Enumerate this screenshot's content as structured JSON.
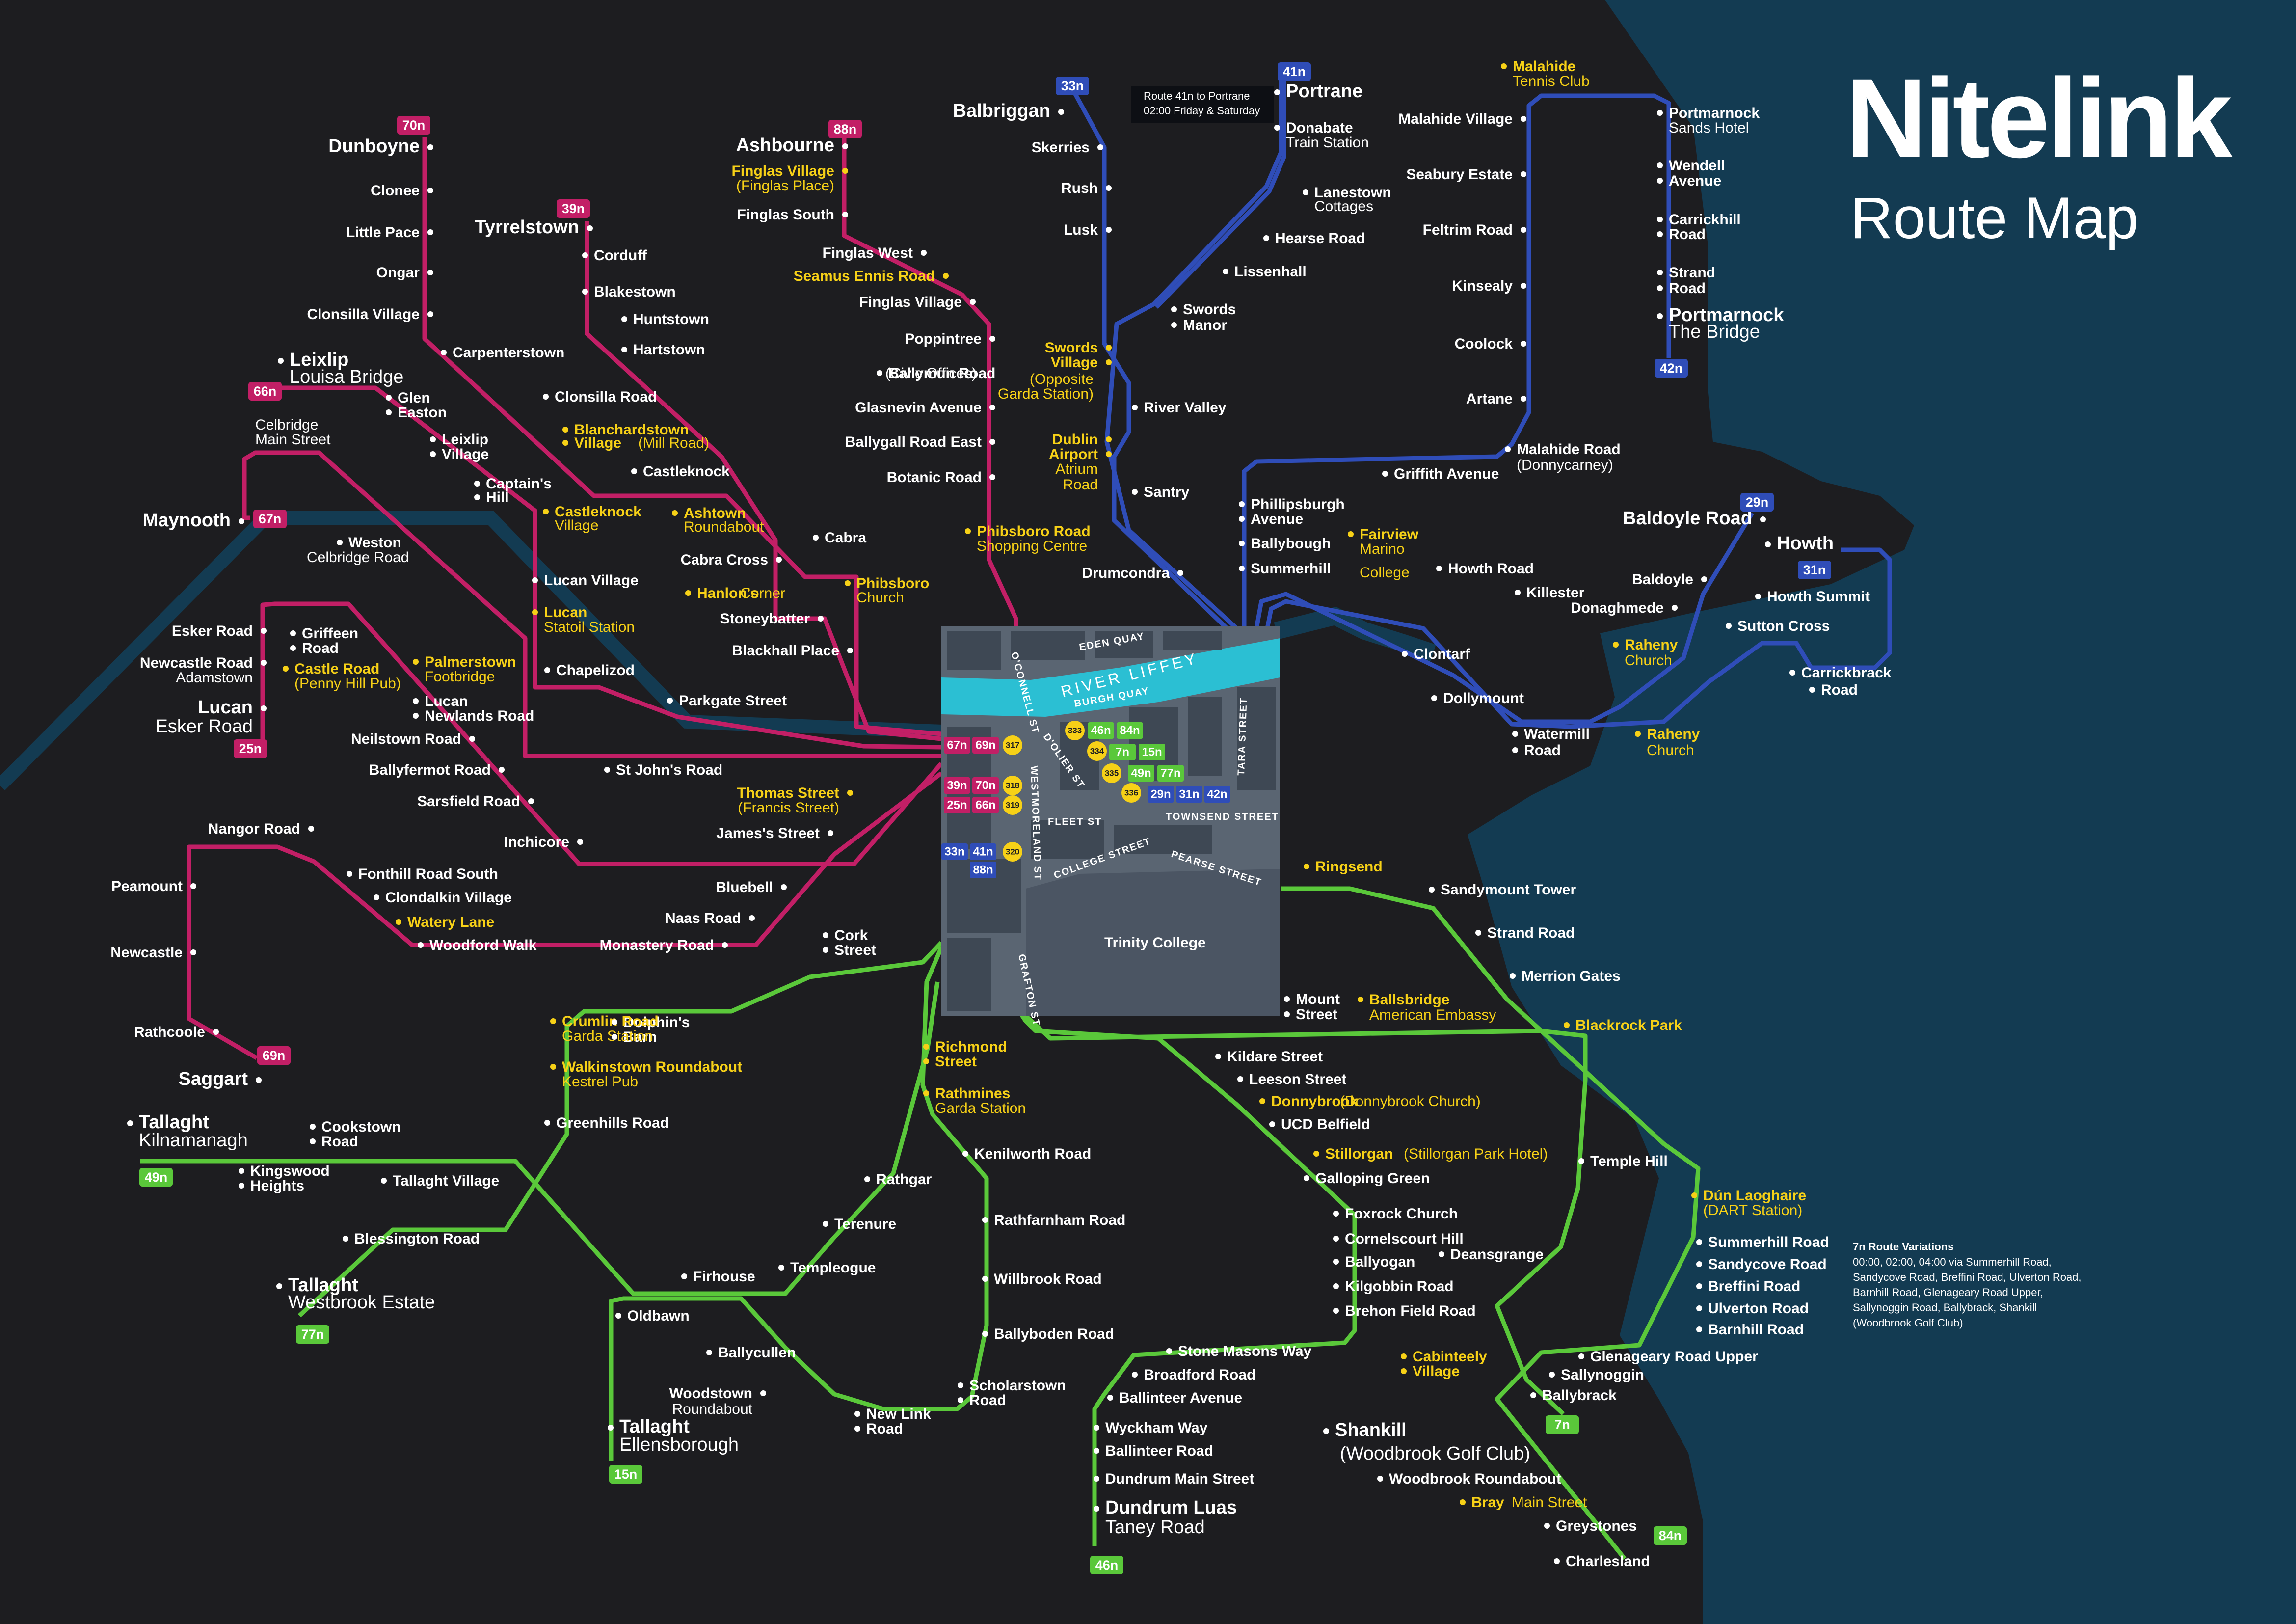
{
  "title": {
    "main": "Nitelink",
    "sub": "Route Map"
  },
  "colors": {
    "background": "#1d1d20",
    "sea": "#133b52",
    "magenta": "#c21f66",
    "blue": "#2f4db8",
    "green": "#5ac83a",
    "yellow": "#f7d117",
    "river": "#2bbfd3",
    "inset_bg": "#5a6572"
  },
  "note_41n": {
    "line1": "Route 41n to Portrane",
    "line2": "02:00 Friday & Saturday"
  },
  "variations": {
    "heading": "7n Route Variations",
    "lines": [
      "00:00, 02:00, 04:00 via Summerhill Road,",
      "Sandycove Road, Breffini Road, Ulverton Road,",
      "Barnhill Road, Glenageary Road Upper,",
      "Sallynoggin Road, Ballybrack, Shankill",
      "(Woodbrook Golf Club)"
    ]
  },
  "badges": {
    "b70n": "70n",
    "b88n": "88n",
    "b39n": "39n",
    "b66n": "66n",
    "b67n": "67n",
    "b25n": "25n",
    "b69n": "69n",
    "b33n": "33n",
    "b41n": "41n",
    "b42n": "42n",
    "b29n": "29n",
    "b31n": "31n",
    "b49n": "49n",
    "b77n": "77n",
    "b15n": "15n",
    "b46n": "46n",
    "b7n": "7n",
    "b84n": "84n"
  },
  "inset": {
    "river": "RIVER LIFFEY",
    "streets": [
      "EDEN QUAY",
      "BURGH QUAY",
      "O'CONNELL ST",
      "D'OLIER ST",
      "WESTMORELAND ST",
      "TARA STREET",
      "FLEET ST",
      "TOWNSEND STREET",
      "COLLEGE STREET",
      "PEARSE STREET",
      "GRAFTON ST"
    ],
    "trinity": "Trinity College",
    "stops": [
      "317",
      "318",
      "319",
      "320",
      "333",
      "334",
      "335",
      "336"
    ],
    "routes": [
      "67n",
      "69n",
      "39n",
      "70n",
      "25n",
      "66n",
      "33n",
      "41n",
      "88n",
      "46n",
      "84n",
      "7n",
      "15n",
      "49n",
      "77n",
      "29n",
      "31n",
      "42n"
    ]
  },
  "stations": [
    {
      "t": "Dunboyne",
      "c": "st-w big"
    },
    {
      "t": "Clonee",
      "c": "st-w"
    },
    {
      "t": "Little Pace",
      "c": "st-w"
    },
    {
      "t": "Ongar",
      "c": "st-w"
    },
    {
      "t": "Clonsilla Village",
      "c": "st-w"
    },
    {
      "t": "Carpenterstown",
      "c": "st-w"
    },
    {
      "t": "Tyrrelstown",
      "c": "big-w"
    },
    {
      "t": "Corduff",
      "c": "st-w"
    },
    {
      "t": "Blakestown",
      "c": "st-w"
    },
    {
      "t": "Huntstown",
      "c": "st-w"
    },
    {
      "t": "Hartstown",
      "c": "st-w"
    },
    {
      "t": "Clonsilla Road",
      "c": "st-w"
    },
    {
      "t": "Blanchardstown",
      "c": "st-y"
    },
    {
      "t": "Village",
      "c": "st-y"
    },
    {
      "t": "(Mill Road)",
      "c": "sub-y"
    },
    {
      "t": "Castleknock",
      "c": "st-w"
    },
    {
      "t": "Ashbourne",
      "c": "big-w"
    },
    {
      "t": "Finglas Village",
      "c": "st-y"
    },
    {
      "t": "(Finglas Place)",
      "c": "sub-y"
    },
    {
      "t": "Finglas South",
      "c": "st-w"
    },
    {
      "t": "Finglas West",
      "c": "st-w"
    },
    {
      "t": "Seamus Ennis Road",
      "c": "st-y"
    },
    {
      "t": "Finglas Village",
      "c": "st-w"
    },
    {
      "t": "Poppintree",
      "c": "st-w"
    },
    {
      "t": "Ballymun Road",
      "c": "st-w"
    },
    {
      "t": "(Civic Offices)",
      "c": "sub-w"
    },
    {
      "t": "Glasnevin Avenue",
      "c": "st-w"
    },
    {
      "t": "Ballygall Road East",
      "c": "st-w"
    },
    {
      "t": "Botanic Road",
      "c": "st-w"
    },
    {
      "t": "Leixlip",
      "c": "big-w"
    },
    {
      "t": "Louisa Bridge",
      "c": "big-sub"
    },
    {
      "t": "Glen",
      "c": "st-w"
    },
    {
      "t": "Easton",
      "c": "st-w"
    },
    {
      "t": "Leixlip",
      "c": "st-w"
    },
    {
      "t": "Village",
      "c": "st-w"
    },
    {
      "t": "Captain's",
      "c": "st-w"
    },
    {
      "t": "Hill",
      "c": "st-w"
    },
    {
      "t": "Celbridge",
      "c": "sub-w"
    },
    {
      "t": "Main Street",
      "c": "sub-w"
    },
    {
      "t": "Maynooth",
      "c": "big-w"
    },
    {
      "t": "Weston",
      "c": "st-w"
    },
    {
      "t": "Celbridge Road",
      "c": "sub-w"
    },
    {
      "t": "Castleknock",
      "c": "st-y"
    },
    {
      "t": "Village",
      "c": "sub-y"
    },
    {
      "t": "Ashtown",
      "c": "st-y"
    },
    {
      "t": "Roundabout",
      "c": "sub-y"
    },
    {
      "t": "Cabra Cross",
      "c": "st-w"
    },
    {
      "t": "Cabra",
      "c": "st-w"
    },
    {
      "t": "Hanlon's",
      "c": "st-y"
    },
    {
      "t": "Corner",
      "c": "sub-y"
    },
    {
      "t": "Stoneybatter",
      "c": "st-w"
    },
    {
      "t": "Phibsboro",
      "c": "st-y"
    },
    {
      "t": "Church",
      "c": "sub-y"
    },
    {
      "t": "Blackhall Place",
      "c": "st-w"
    },
    {
      "t": "Phibsboro Road",
      "c": "st-y"
    },
    {
      "t": "Shopping Centre",
      "c": "sub-y"
    },
    {
      "t": "Lucan Village",
      "c": "st-w"
    },
    {
      "t": "Lucan",
      "c": "st-y"
    },
    {
      "t": "Statoil Station",
      "c": "sub-y"
    },
    {
      "t": "Chapelizod",
      "c": "st-w"
    },
    {
      "t": "Parkgate Street",
      "c": "st-w"
    },
    {
      "t": "St John's Road",
      "c": "st-w"
    },
    {
      "t": "Esker Road",
      "c": "st-w"
    },
    {
      "t": "Newcastle Road",
      "c": "st-w"
    },
    {
      "t": "Adamstown",
      "c": "sub-w"
    },
    {
      "t": "Lucan",
      "c": "big-w"
    },
    {
      "t": "Esker Road",
      "c": "big-sub"
    },
    {
      "t": "Griffeen",
      "c": "st-w"
    },
    {
      "t": "Road",
      "c": "st-w"
    },
    {
      "t": "Castle Road",
      "c": "st-y"
    },
    {
      "t": "(Penny Hill Pub)",
      "c": "sub-y"
    },
    {
      "t": "Palmerstown",
      "c": "st-y"
    },
    {
      "t": "Footbridge",
      "c": "sub-y"
    },
    {
      "t": "Lucan",
      "c": "st-w"
    },
    {
      "t": "Newlands Road",
      "c": "st-w"
    },
    {
      "t": "Neilstown Road",
      "c": "st-w"
    },
    {
      "t": "Ballyfermot Road",
      "c": "st-w"
    },
    {
      "t": "Sarsfield Road",
      "c": "st-w"
    },
    {
      "t": "Inchicore",
      "c": "st-w"
    },
    {
      "t": "Thomas Street",
      "c": "st-y"
    },
    {
      "t": "(Francis Street)",
      "c": "sub-y"
    },
    {
      "t": "James's Street",
      "c": "st-w"
    },
    {
      "t": "Nangor Road",
      "c": "st-w"
    },
    {
      "t": "Peamount",
      "c": "st-w"
    },
    {
      "t": "Newcastle",
      "c": "st-w"
    },
    {
      "t": "Rathcoole",
      "c": "st-w"
    },
    {
      "t": "Saggart",
      "c": "big-w"
    },
    {
      "t": "Fonthill Road South",
      "c": "st-w"
    },
    {
      "t": "Clondalkin Village",
      "c": "st-w"
    },
    {
      "t": "Watery Lane",
      "c": "st-y"
    },
    {
      "t": "Woodford Walk",
      "c": "st-w"
    },
    {
      "t": "Bluebell",
      "c": "st-w"
    },
    {
      "t": "Naas Road",
      "c": "st-w"
    },
    {
      "t": "Monastery Road",
      "c": "st-w"
    },
    {
      "t": "Balbriggan",
      "c": "big-w"
    },
    {
      "t": "Skerries",
      "c": "st-w"
    },
    {
      "t": "Rush",
      "c": "st-w"
    },
    {
      "t": "Lusk",
      "c": "st-w"
    },
    {
      "t": "Swords",
      "c": "st-y"
    },
    {
      "t": "Village",
      "c": "st-y"
    },
    {
      "t": "(Opposite",
      "c": "sub-y"
    },
    {
      "t": "Garda Station)",
      "c": "sub-y"
    },
    {
      "t": "Dublin",
      "c": "st-y"
    },
    {
      "t": "Airport",
      "c": "st-y"
    },
    {
      "t": "Atrium",
      "c": "sub-y"
    },
    {
      "t": "Road",
      "c": "sub-y"
    },
    {
      "t": "Santry",
      "c": "st-w"
    },
    {
      "t": "Drumcondra",
      "c": "st-w"
    },
    {
      "t": "Portrane",
      "c": "big-w"
    },
    {
      "t": "Donabate",
      "c": "st-w"
    },
    {
      "t": "Train Station",
      "c": "sub-w"
    },
    {
      "t": "Lanestown",
      "c": "st-w"
    },
    {
      "t": "Cottages",
      "c": "sub-w"
    },
    {
      "t": "Hearse Road",
      "c": "st-w"
    },
    {
      "t": "Lissenhall",
      "c": "st-w"
    },
    {
      "t": "Swords",
      "c": "st-w"
    },
    {
      "t": "Manor",
      "c": "st-w"
    },
    {
      "t": "River Valley",
      "c": "st-w"
    },
    {
      "t": "Malahide",
      "c": "st-y"
    },
    {
      "t": "Tennis Club",
      "c": "sub-y"
    },
    {
      "t": "Malahide Village",
      "c": "st-w"
    },
    {
      "t": "Seabury Estate",
      "c": "st-w"
    },
    {
      "t": "Feltrim Road",
      "c": "st-w"
    },
    {
      "t": "Kinsealy",
      "c": "st-w"
    },
    {
      "t": "Coolock",
      "c": "st-w"
    },
    {
      "t": "Artane",
      "c": "st-w"
    },
    {
      "t": "Malahide Road",
      "c": "st-w"
    },
    {
      "t": "(Donnycarney)",
      "c": "sub-w"
    },
    {
      "t": "Griffith Avenue",
      "c": "st-w"
    },
    {
      "t": "Portmarnock",
      "c": "st-w"
    },
    {
      "t": "Sands Hotel",
      "c": "sub-w"
    },
    {
      "t": "Wendell",
      "c": "st-w"
    },
    {
      "t": "Avenue",
      "c": "st-w"
    },
    {
      "t": "Carrickhill",
      "c": "st-w"
    },
    {
      "t": "Road",
      "c": "st-w"
    },
    {
      "t": "Strand",
      "c": "st-w"
    },
    {
      "t": "Road",
      "c": "st-w"
    },
    {
      "t": "Portmarnock",
      "c": "big-w"
    },
    {
      "t": "The Bridge",
      "c": "big-sub"
    },
    {
      "t": "Phillipsburgh",
      "c": "st-w"
    },
    {
      "t": "Avenue",
      "c": "st-w"
    },
    {
      "t": "Ballybough",
      "c": "st-w"
    },
    {
      "t": "Summerhill",
      "c": "st-w"
    },
    {
      "t": "Fairview",
      "c": "st-y"
    },
    {
      "t": "Marino",
      "c": "sub-y"
    },
    {
      "t": "College",
      "c": "sub-y"
    },
    {
      "t": "Howth Road",
      "c": "st-w"
    },
    {
      "t": "Killester",
      "c": "st-w"
    },
    {
      "t": "Clontarf",
      "c": "st-w"
    },
    {
      "t": "Dollymount",
      "c": "st-w"
    },
    {
      "t": "Watermill",
      "c": "st-w"
    },
    {
      "t": "Road",
      "c": "st-w"
    },
    {
      "t": "Raheny",
      "c": "st-y"
    },
    {
      "t": "Church",
      "c": "sub-y"
    },
    {
      "t": "Raheny",
      "c": "st-y"
    },
    {
      "t": "Church",
      "c": "sub-y"
    },
    {
      "t": "Baldoyle Road",
      "c": "big-w"
    },
    {
      "t": "Baldoyle",
      "c": "st-w"
    },
    {
      "t": "Donaghmede",
      "c": "st-w"
    },
    {
      "t": "Howth",
      "c": "big-w"
    },
    {
      "t": "Howth Summit",
      "c": "st-w"
    },
    {
      "t": "Sutton Cross",
      "c": "st-w"
    },
    {
      "t": "Carrickbrack",
      "c": "st-w"
    },
    {
      "t": "Road",
      "c": "st-w"
    },
    {
      "t": "Ringsend",
      "c": "st-y"
    },
    {
      "t": "Sandymount Tower",
      "c": "st-w"
    },
    {
      "t": "Strand Road",
      "c": "st-w"
    },
    {
      "t": "Merrion Gates",
      "c": "st-w"
    },
    {
      "t": "Blackrock Park",
      "c": "st-y"
    },
    {
      "t": "Mount",
      "c": "st-w"
    },
    {
      "t": "Street",
      "c": "st-w"
    },
    {
      "t": "Ballsbridge",
      "c": "st-y"
    },
    {
      "t": "American Embassy",
      "c": "sub-y"
    },
    {
      "t": "Temple Hill",
      "c": "st-w"
    },
    {
      "t": "Dún Laoghaire",
      "c": "st-y"
    },
    {
      "t": "(DART Station)",
      "c": "sub-y"
    },
    {
      "t": "Summerhill Road",
      "c": "st-w"
    },
    {
      "t": "Sandycove Road",
      "c": "st-w"
    },
    {
      "t": "Breffini Road",
      "c": "st-w"
    },
    {
      "t": "Ulverton Road",
      "c": "st-w"
    },
    {
      "t": "Barnhill Road",
      "c": "st-w"
    },
    {
      "t": "Glenageary Road Upper",
      "c": "st-w"
    },
    {
      "t": "Sallynoggin",
      "c": "st-w"
    },
    {
      "t": "Ballybrack",
      "c": "st-w"
    },
    {
      "t": "Deansgrange",
      "c": "st-w"
    },
    {
      "t": "Cabinteely",
      "c": "st-y"
    },
    {
      "t": "Village",
      "c": "st-y"
    },
    {
      "t": "Shankill",
      "c": "big-w"
    },
    {
      "t": "(Woodbrook Golf Club)",
      "c": "big-sub"
    },
    {
      "t": "Woodbrook Roundabout",
      "c": "st-w"
    },
    {
      "t": "Bray",
      "c": "st-y"
    },
    {
      "t": "Main Street",
      "c": "sub-y"
    },
    {
      "t": "Greystones",
      "c": "st-w"
    },
    {
      "t": "Charlesland",
      "c": "st-w"
    },
    {
      "t": "Kildare Street",
      "c": "st-w"
    },
    {
      "t": "Leeson Street",
      "c": "st-w"
    },
    {
      "t": "Donnybrook",
      "c": "st-y"
    },
    {
      "t": "(Donnybrook Church)",
      "c": "sub-y"
    },
    {
      "t": "UCD Belfield",
      "c": "st-w"
    },
    {
      "t": "Stillorgan",
      "c": "st-y"
    },
    {
      "t": "(Stillorgan Park Hotel)",
      "c": "sub-y"
    },
    {
      "t": "Galloping Green",
      "c": "st-w"
    },
    {
      "t": "Foxrock Church",
      "c": "st-w"
    },
    {
      "t": "Cornelscourt Hill",
      "c": "st-w"
    },
    {
      "t": "Ballyogan",
      "c": "st-w"
    },
    {
      "t": "Kilgobbin Road",
      "c": "st-w"
    },
    {
      "t": "Brehon Field Road",
      "c": "st-w"
    },
    {
      "t": "Stone Masons Way",
      "c": "st-w"
    },
    {
      "t": "Broadford Road",
      "c": "st-w"
    },
    {
      "t": "Ballinteer Avenue",
      "c": "st-w"
    },
    {
      "t": "Wyckham Way",
      "c": "st-w"
    },
    {
      "t": "Ballinteer Road",
      "c": "st-w"
    },
    {
      "t": "Dundrum Main Street",
      "c": "st-w"
    },
    {
      "t": "Dundrum Luas",
      "c": "big-w"
    },
    {
      "t": "Taney Road",
      "c": "big-sub"
    },
    {
      "t": "Richmond",
      "c": "st-y"
    },
    {
      "t": "Street",
      "c": "st-y"
    },
    {
      "t": "Rathmines",
      "c": "st-y"
    },
    {
      "t": "Garda Station",
      "c": "sub-y"
    },
    {
      "t": "Kenilworth Road",
      "c": "st-w"
    },
    {
      "t": "Rathfarnham Road",
      "c": "st-w"
    },
    {
      "t": "Willbrook Road",
      "c": "st-w"
    },
    {
      "t": "Ballyboden Road",
      "c": "st-w"
    },
    {
      "t": "Scholarstown",
      "c": "st-w"
    },
    {
      "t": "Road",
      "c": "st-w"
    },
    {
      "t": "New Link",
      "c": "st-w"
    },
    {
      "t": "Road",
      "c": "st-w"
    },
    {
      "t": "Woodstown",
      "c": "st-w"
    },
    {
      "t": "Roundabout",
      "c": "sub-w"
    },
    {
      "t": "Ballycullen",
      "c": "st-w"
    },
    {
      "t": "Rathgar",
      "c": "st-w"
    },
    {
      "t": "Terenure",
      "c": "st-w"
    },
    {
      "t": "Templeogue",
      "c": "st-w"
    },
    {
      "t": "Firhouse",
      "c": "st-w"
    },
    {
      "t": "Oldbawn",
      "c": "st-w"
    },
    {
      "t": "Tallaght",
      "c": "big-w"
    },
    {
      "t": "Ellensborough",
      "c": "big-sub"
    },
    {
      "t": "Cork",
      "c": "st-w"
    },
    {
      "t": "Street",
      "c": "st-w"
    },
    {
      "t": "Dolphin's",
      "c": "st-w"
    },
    {
      "t": "Barn",
      "c": "st-w"
    },
    {
      "t": "Crumlin Road",
      "c": "st-y"
    },
    {
      "t": "Garda Station",
      "c": "sub-y"
    },
    {
      "t": "Walkinstown Roundabout",
      "c": "st-y"
    },
    {
      "t": "Kestrel Pub",
      "c": "sub-y"
    },
    {
      "t": "Greenhills Road",
      "c": "st-w"
    },
    {
      "t": "Tallaght",
      "c": "big-w"
    },
    {
      "t": "Kilnamanagh",
      "c": "big-sub"
    },
    {
      "t": "Cookstown",
      "c": "st-w"
    },
    {
      "t": "Road",
      "c": "st-w"
    },
    {
      "t": "Kingswood",
      "c": "st-w"
    },
    {
      "t": "Heights",
      "c": "st-w"
    },
    {
      "t": "Tallaght Village",
      "c": "st-w"
    },
    {
      "t": "Blessington Road",
      "c": "st-w"
    },
    {
      "t": "Tallaght",
      "c": "big-w"
    },
    {
      "t": "Westbrook Estate",
      "c": "big-sub"
    }
  ]
}
